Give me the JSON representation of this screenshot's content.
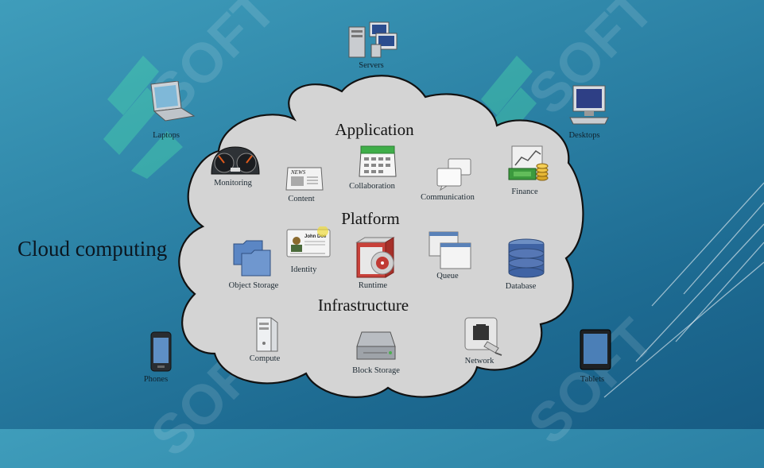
{
  "title": "Cloud computing",
  "devices": {
    "servers": "Servers",
    "laptops": "Laptops",
    "desktops": "Desktops",
    "phones": "Phones",
    "tablets": "Tablets"
  },
  "application": {
    "heading": "Application",
    "monitoring": "Monitoring",
    "content": "Content",
    "collaboration": "Collaboration",
    "communication": "Communication",
    "finance": "Finance"
  },
  "platform": {
    "heading": "Platform",
    "object_storage": "Object Storage",
    "identity": "Identity",
    "runtime": "Runtime",
    "queue": "Queue",
    "database": "Database"
  },
  "infrastructure": {
    "heading": "Infrastructure",
    "compute": "Compute",
    "block_storage": "Block Storage",
    "network": "Network"
  },
  "icons": {
    "servers": "servers-icon",
    "laptops": "laptop-icon",
    "desktops": "desktop-icon",
    "phones": "phone-icon",
    "tablets": "tablet-icon",
    "monitoring": "dashboard-gauge-icon",
    "content": "newspaper-icon",
    "collaboration": "calendar-icon",
    "communication": "speech-bubbles-icon",
    "finance": "money-chart-icon",
    "object_storage": "folders-icon",
    "identity": "id-card-icon",
    "runtime": "software-box-icon",
    "queue": "windows-stack-icon",
    "database": "database-icon",
    "compute": "server-tower-icon",
    "block_storage": "hard-drive-icon",
    "network": "network-jack-icon"
  },
  "identity_card_name": "John Doe",
  "content_icon_text": "NEWS",
  "watermark": "SOFT",
  "colors": {
    "background_top": "#3f9dbb",
    "background_bottom": "#175c84",
    "cloud_fill": "#d4d4d4",
    "cloud_stroke": "#111111"
  }
}
